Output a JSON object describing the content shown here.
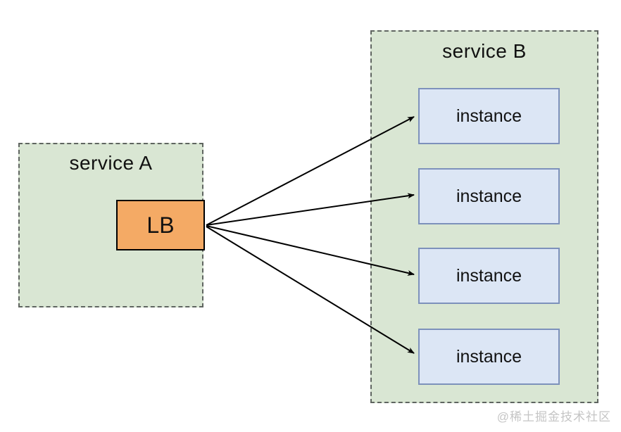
{
  "diagram": {
    "service_a": {
      "title": "service A",
      "lb_label": "LB"
    },
    "service_b": {
      "title": "service B",
      "instances": [
        {
          "label": "instance"
        },
        {
          "label": "instance"
        },
        {
          "label": "instance"
        },
        {
          "label": "instance"
        }
      ]
    },
    "edges": [
      {
        "from": "lb",
        "to": "instance-1"
      },
      {
        "from": "lb",
        "to": "instance-2"
      },
      {
        "from": "lb",
        "to": "instance-3"
      },
      {
        "from": "lb",
        "to": "instance-4"
      }
    ],
    "watermark": "@稀土掘金技术社区"
  },
  "colors": {
    "background": "#ffffff",
    "service-fill": "#d9e6d3",
    "service-border": "#5f6560",
    "lb-fill": "#f4aa65",
    "lb-border": "#000000",
    "instance-fill": "#dce6f5",
    "instance-border": "#7d91bb",
    "arrow": "#000000",
    "text": "#111111",
    "watermark": "#c5c5c5"
  }
}
